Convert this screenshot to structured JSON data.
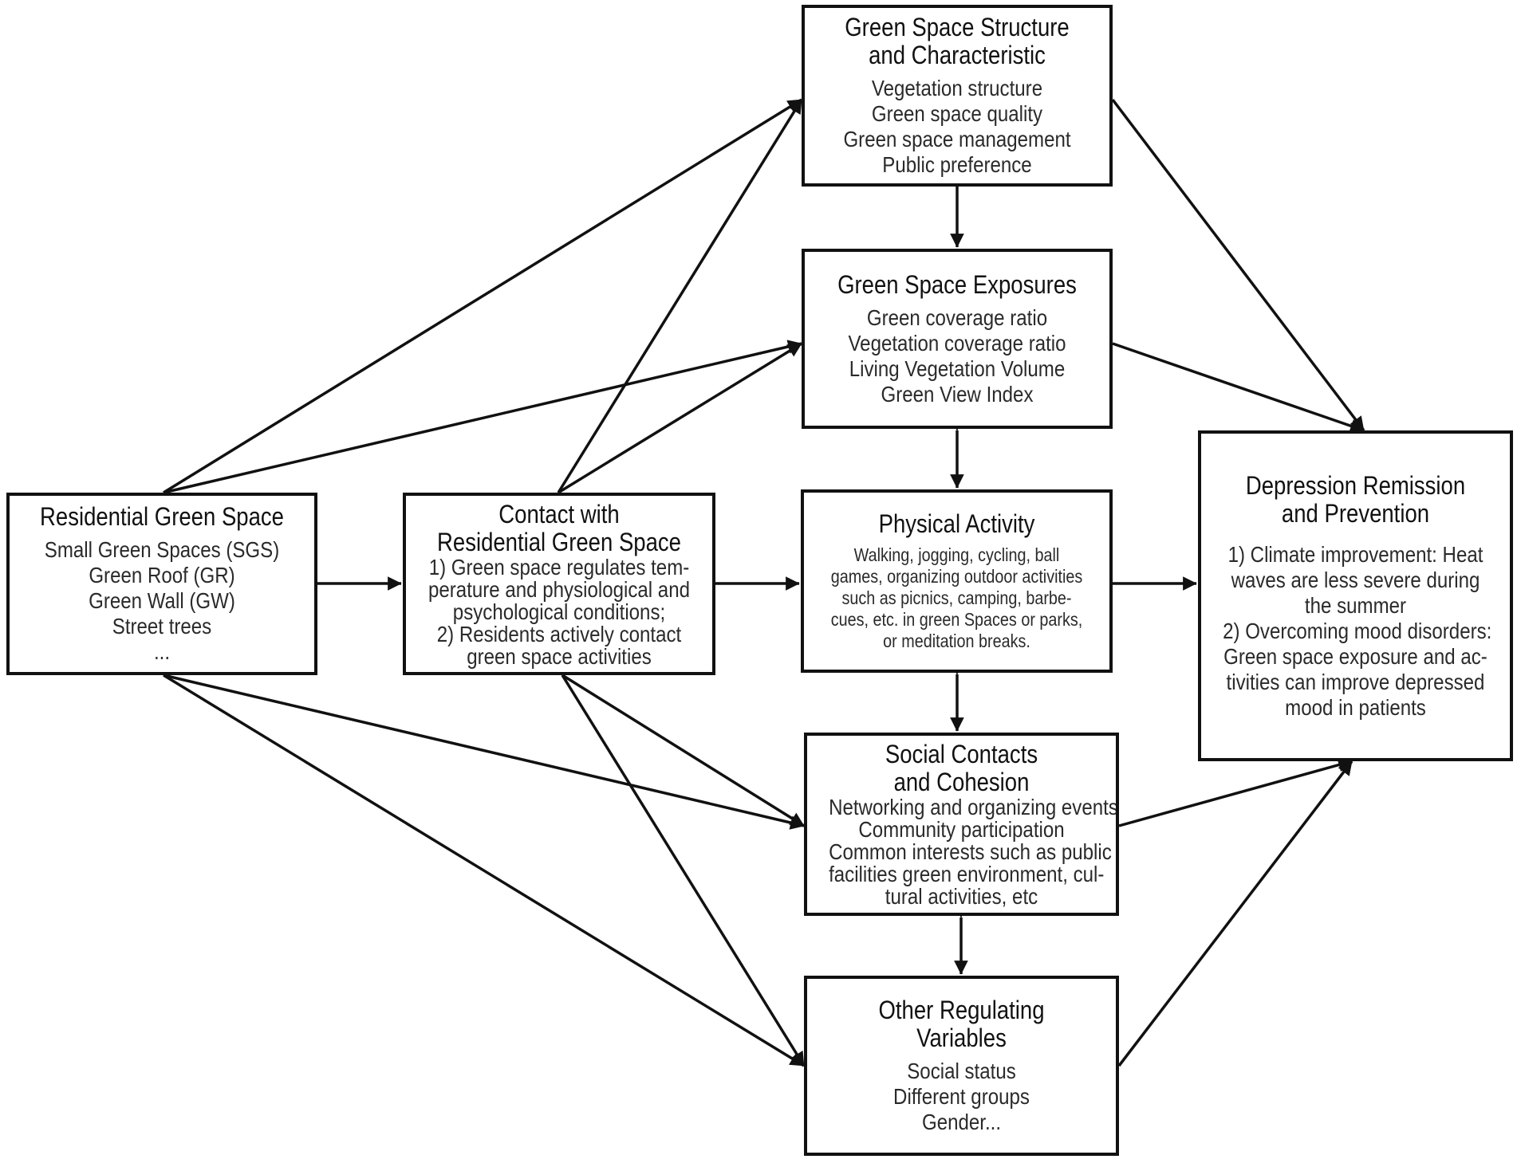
{
  "boxes": {
    "residential": {
      "title": "Residential Green Space",
      "lines": [
        "Small Green Spaces (SGS)",
        "Green Roof (GR)",
        "Green Wall (GW)",
        "Street trees",
        "..."
      ]
    },
    "contact": {
      "title_lines": [
        "Contact with",
        "Residential Green Space"
      ],
      "lines": [
        "1) Green space regulates tem-",
        "perature and physiological and",
        "psychological conditions;",
        "2) Residents actively contact",
        "green space activities"
      ]
    },
    "structure": {
      "title_lines": [
        "Green Space Structure",
        "and Characteristic"
      ],
      "lines": [
        "Vegetation structure",
        "Green space quality",
        "Green space management",
        "Public preference"
      ]
    },
    "exposures": {
      "title": "Green Space Exposures",
      "lines": [
        "Green coverage ratio",
        "Vegetation coverage ratio",
        "Living Vegetation Volume",
        "Green View Index"
      ]
    },
    "physical": {
      "title": "Physical Activity",
      "lines": [
        "Walking, jogging, cycling, ball",
        "games, organizing outdoor activities",
        "such as picnics, camping, barbe-",
        "cues, etc. in green Spaces or parks,",
        "or meditation breaks."
      ]
    },
    "social": {
      "title_lines": [
        "Social Contacts",
        "and Cohesion"
      ],
      "lines": [
        "Networking and organizing events",
        "Community participation",
        "Common interests such as public",
        "facilities  green environment, cul-",
        "tural activities, etc"
      ]
    },
    "other": {
      "title_lines": [
        "Other Regulating",
        "Variables"
      ],
      "lines": [
        "Social status",
        "Different groups",
        "Gender..."
      ]
    },
    "depression": {
      "title_lines": [
        "Depression Remission",
        "and Prevention"
      ],
      "lines": [
        "1) Climate improvement: Heat",
        "waves are less severe during",
        "the summer",
        "2) Overcoming mood disorders:",
        "Green space exposure and ac-",
        "tivities can improve depressed",
        "mood in patients"
      ]
    }
  }
}
